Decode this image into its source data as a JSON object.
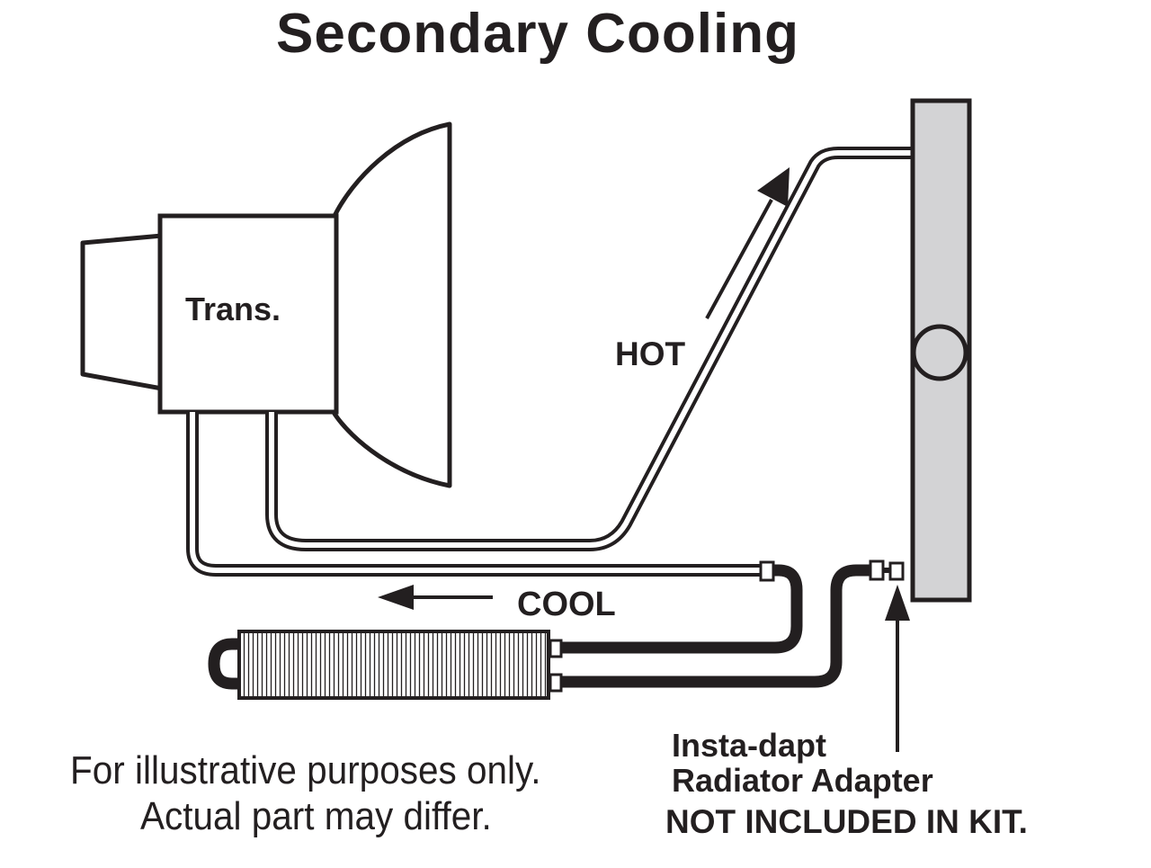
{
  "title": "Secondary Cooling",
  "labels": {
    "transmission": "Trans.",
    "hot": "HOT",
    "cool": "COOL"
  },
  "disclaimer": {
    "line1": "For illustrative purposes only.",
    "line2": "Actual part may differ."
  },
  "adapter_note": {
    "line1": "Insta-dapt",
    "line2": "Radiator Adapter",
    "line3": "NOT INCLUDED IN KIT."
  },
  "colors": {
    "ink": "#231f20",
    "radiator_fill": "#d3d3d5",
    "background": "#ffffff"
  }
}
